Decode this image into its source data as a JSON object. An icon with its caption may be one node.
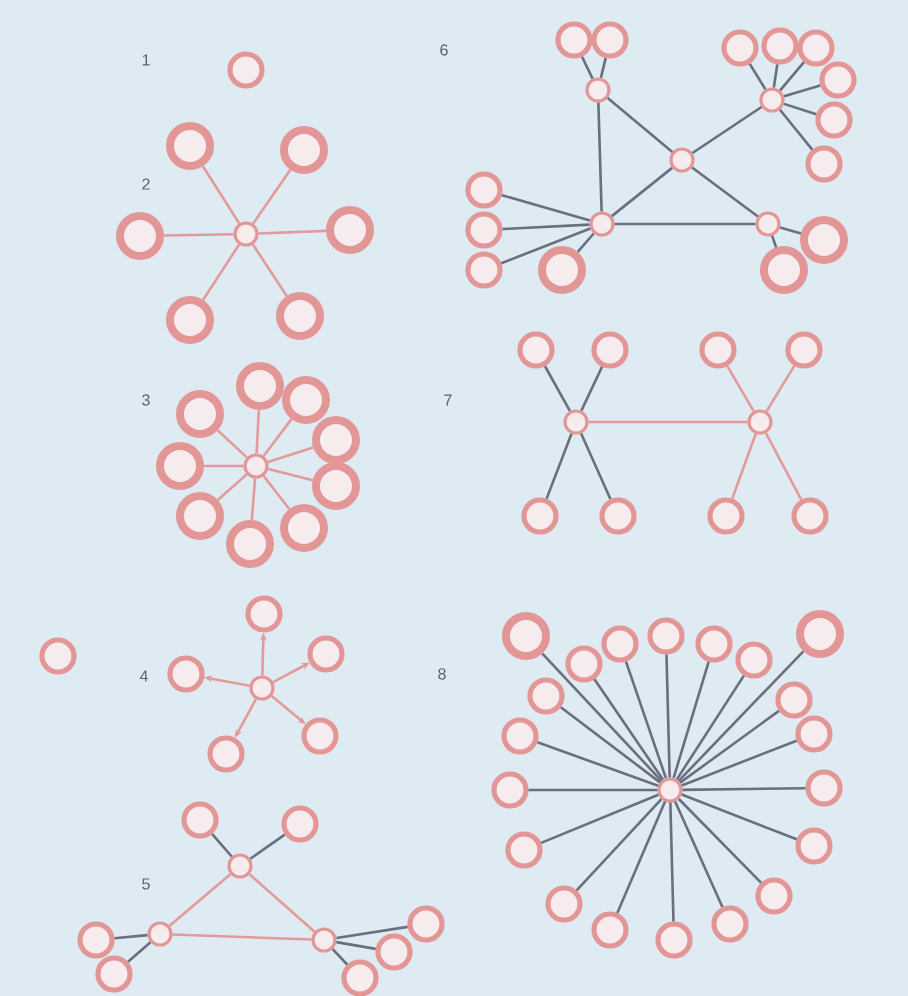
{
  "diagram": {
    "nodes": [
      {
        "text": [],
        "shape": "circle"
      },
      {
        "text": [],
        "shape": "circle"
      },
      {
        "text": [],
        "shape": "circle"
      },
      {
        "text": [],
        "shape": "circle"
      },
      {
        "text": [],
        "shape": "circle"
      },
      {
        "text": [],
        "shape": "circle"
      },
      {
        "text": [],
        "shape": "circle"
      },
      {
        "text": [],
        "shape": "circle"
      },
      {
        "text": [],
        "shape": "circle"
      },
      {
        "text": [],
        "shape": "circle"
      },
      {
        "text": [],
        "shape": "circle"
      },
      {
        "text": [],
        "shape": "circle"
      },
      {
        "text": [],
        "shape": "circle"
      },
      {
        "text": [],
        "shape": "circle"
      },
      {
        "text": [],
        "shape": "circle"
      },
      {
        "text": [],
        "shape": "circle"
      },
      {
        "text": [],
        "shape": "circle"
      },
      {
        "text": [],
        "shape": "circle"
      },
      {
        "text": [],
        "shape": "circle"
      },
      {
        "text": [],
        "shape": "circle"
      },
      {
        "text": [],
        "shape": "circle"
      },
      {
        "text": [],
        "shape": "circle"
      },
      {
        "text": [],
        "shape": "circle"
      },
      {
        "text": [],
        "shape": "circle"
      },
      {
        "text": [],
        "shape": "circle"
      },
      {
        "text": [],
        "shape": "circle"
      },
      {
        "text": [],
        "shape": "circle"
      },
      {
        "text": [],
        "shape": "circle"
      },
      {
        "text": [],
        "shape": "circle"
      },
      {
        "text": [],
        "shape": "circle"
      },
      {
        "text": [],
        "shape": "circle"
      },
      {
        "text": [],
        "shape": "circle"
      },
      {
        "text": [],
        "shape": "circle"
      },
      {
        "text": [],
        "shape": "circle"
      },
      {
        "text": [],
        "shape": "circle"
      },
      {
        "text": [],
        "shape": "circle"
      },
      {
        "text": [],
        "shape": "circle"
      },
      {
        "text": [],
        "shape": "circle"
      },
      {
        "text": [],
        "shape": "circle"
      },
      {
        "text": [],
        "shape": "circle"
      },
      {
        "text": [],
        "shape": "circle"
      },
      {
        "text": [],
        "shape": "circle"
      },
      {
        "text": [],
        "shape": "circle"
      },
      {
        "text": [],
        "shape": "circle"
      },
      {
        "text": [],
        "shape": "circle"
      },
      {
        "text": [],
        "shape": "circle"
      },
      {
        "text": [],
        "shape": "circle"
      },
      {
        "text": [],
        "shape": "circle"
      },
      {
        "text": [],
        "shape": "circle"
      },
      {
        "text": [],
        "shape": "circle"
      },
      {
        "text": [],
        "shape": "circle"
      },
      {
        "text": [],
        "shape": "circle"
      },
      {
        "text": [],
        "shape": "circle"
      },
      {
        "text": [],
        "shape": "circle"
      },
      {
        "text": [],
        "shape": "circle"
      },
      {
        "text": [],
        "shape": "circle"
      },
      {
        "text": [],
        "shape": "circle"
      },
      {
        "text": [],
        "shape": "circle"
      },
      {
        "text": [],
        "shape": "circle"
      },
      {
        "text": [],
        "shape": "circle"
      },
      {
        "text": [],
        "shape": "circle"
      },
      {
        "text": [],
        "shape": "circle"
      },
      {
        "text": [],
        "shape": "circle"
      },
      {
        "text": [],
        "shape": "circle"
      },
      {
        "text": [],
        "shape": "circle"
      },
      {
        "text": [],
        "shape": "circle"
      },
      {
        "text": [],
        "shape": "circle"
      },
      {
        "text": [],
        "shape": "circle"
      },
      {
        "text": [],
        "shape": "circle"
      },
      {
        "text": [],
        "shape": "circle"
      },
      {
        "text": [],
        "shape": "circle"
      },
      {
        "text": [],
        "shape": "circle"
      },
      {
        "text": [],
        "shape": "circle"
      },
      {
        "text": [],
        "shape": "circle"
      },
      {
        "text": [],
        "shape": "circle"
      },
      {
        "text": [],
        "shape": "circle"
      },
      {
        "text": [],
        "shape": "circle"
      },
      {
        "text": [],
        "shape": "circle"
      },
      {
        "text": [],
        "shape": "circle"
      },
      {
        "text": [],
        "shape": "circle"
      },
      {
        "text": [],
        "shape": "circle"
      },
      {
        "text": [],
        "shape": "circle"
      },
      {
        "text": [],
        "shape": "circle"
      },
      {
        "text": [],
        "shape": "circle"
      },
      {
        "text": [],
        "shape": "circle"
      }
    ],
    "edges": [
      {
        "from": 1,
        "to": 2,
        "arrow": "none",
        "color": "#e39a9a"
      },
      {
        "from": 1,
        "to": 3,
        "arrow": "none",
        "color": "#e39a9a"
      },
      {
        "from": 1,
        "to": 4,
        "arrow": "none",
        "color": "#e39a9a"
      },
      {
        "from": 1,
        "to": 5,
        "arrow": "none",
        "color": "#e39a9a"
      },
      {
        "from": 1,
        "to": 6,
        "arrow": "none",
        "color": "#e39a9a"
      },
      {
        "from": 1,
        "to": 7,
        "arrow": "none",
        "color": "#e39a9a"
      },
      {
        "from": 8,
        "to": 9,
        "arrow": "none",
        "color": "#e39a9a"
      },
      {
        "from": 8,
        "to": 10,
        "arrow": "none",
        "color": "#e39a9a"
      },
      {
        "from": 8,
        "to": 11,
        "arrow": "none",
        "color": "#e39a9a"
      },
      {
        "from": 8,
        "to": 12,
        "arrow": "none",
        "color": "#e39a9a"
      },
      {
        "from": 8,
        "to": 13,
        "arrow": "none",
        "color": "#e39a9a"
      },
      {
        "from": 8,
        "to": 14,
        "arrow": "none",
        "color": "#e39a9a"
      },
      {
        "from": 8,
        "to": 15,
        "arrow": "none",
        "color": "#e39a9a"
      },
      {
        "from": 8,
        "to": 16,
        "arrow": "none",
        "color": "#e39a9a"
      },
      {
        "from": 8,
        "to": 17,
        "arrow": "none",
        "color": "#e39a9a"
      },
      {
        "from": 19,
        "to": 20,
        "arrow": "to",
        "color": "#e39a9a"
      },
      {
        "from": 19,
        "to": 21,
        "arrow": "to",
        "color": "#e39a9a"
      },
      {
        "from": 19,
        "to": 22,
        "arrow": "to",
        "color": "#e39a9a"
      },
      {
        "from": 19,
        "to": 23,
        "arrow": "to",
        "color": "#e39a9a"
      },
      {
        "from": 19,
        "to": 24,
        "arrow": "to",
        "color": "#e39a9a"
      },
      {
        "from": 27,
        "to": 28,
        "arrow": "none",
        "color": "#e39a9a"
      },
      {
        "from": 27,
        "to": 29,
        "arrow": "none",
        "color": "#e39a9a"
      },
      {
        "from": 28,
        "to": 29,
        "arrow": "none",
        "color": "#e39a9a"
      },
      {
        "from": 27,
        "to": 25,
        "arrow": "none"
      },
      {
        "from": 27,
        "to": 26,
        "arrow": "none"
      },
      {
        "from": 28,
        "to": 30,
        "arrow": "none"
      },
      {
        "from": 28,
        "to": 31,
        "arrow": "none"
      },
      {
        "from": 29,
        "to": 32,
        "arrow": "none"
      },
      {
        "from": 29,
        "to": 33,
        "arrow": "none"
      },
      {
        "from": 29,
        "to": 34,
        "arrow": "none"
      },
      {
        "from": 37,
        "to": 35,
        "arrow": "none"
      },
      {
        "from": 37,
        "to": 36,
        "arrow": "none"
      },
      {
        "from": 37,
        "to": 45,
        "arrow": "none"
      },
      {
        "from": 37,
        "to": 46,
        "arrow": "none"
      },
      {
        "from": 44,
        "to": 38,
        "arrow": "none"
      },
      {
        "from": 44,
        "to": 39,
        "arrow": "none"
      },
      {
        "from": 44,
        "to": 40,
        "arrow": "none"
      },
      {
        "from": 44,
        "to": 41,
        "arrow": "none"
      },
      {
        "from": 44,
        "to": 42,
        "arrow": "none"
      },
      {
        "from": 44,
        "to": 43,
        "arrow": "none"
      },
      {
        "from": 44,
        "to": 45,
        "arrow": "none"
      },
      {
        "from": 45,
        "to": 46,
        "arrow": "none"
      },
      {
        "from": 45,
        "to": 51,
        "arrow": "none"
      },
      {
        "from": 46,
        "to": 51,
        "arrow": "none"
      },
      {
        "from": 46,
        "to": 47,
        "arrow": "none"
      },
      {
        "from": 46,
        "to": 48,
        "arrow": "none"
      },
      {
        "from": 46,
        "to": 49,
        "arrow": "none"
      },
      {
        "from": 46,
        "to": 50,
        "arrow": "none"
      },
      {
        "from": 51,
        "to": 52,
        "arrow": "none"
      },
      {
        "from": 51,
        "to": 53,
        "arrow": "none"
      },
      {
        "from": 58,
        "to": 59,
        "arrow": "none",
        "color": "#e39a9a"
      },
      {
        "from": 58,
        "to": 54,
        "arrow": "none"
      },
      {
        "from": 58,
        "to": 55,
        "arrow": "none"
      },
      {
        "from": 58,
        "to": 60,
        "arrow": "none"
      },
      {
        "from": 58,
        "to": 61,
        "arrow": "none"
      },
      {
        "from": 59,
        "to": 56,
        "arrow": "none",
        "color": "#e39a9a"
      },
      {
        "from": 59,
        "to": 57,
        "arrow": "none",
        "color": "#e39a9a"
      },
      {
        "from": 59,
        "to": 62,
        "arrow": "none",
        "color": "#e39a9a"
      },
      {
        "from": 59,
        "to": 63,
        "arrow": "none",
        "color": "#e39a9a"
      },
      {
        "from": 64,
        "to": 65,
        "arrow": "none"
      },
      {
        "from": 64,
        "to": 66,
        "arrow": "none"
      },
      {
        "from": 64,
        "to": 67,
        "arrow": "none"
      },
      {
        "from": 64,
        "to": 68,
        "arrow": "none"
      },
      {
        "from": 64,
        "to": 69,
        "arrow": "none"
      },
      {
        "from": 64,
        "to": 70,
        "arrow": "none"
      },
      {
        "from": 64,
        "to": 71,
        "arrow": "none"
      },
      {
        "from": 64,
        "to": 72,
        "arrow": "none"
      },
      {
        "from": 64,
        "to": 73,
        "arrow": "none"
      },
      {
        "from": 64,
        "to": 74,
        "arrow": "none"
      },
      {
        "from": 64,
        "to": 75,
        "arrow": "none"
      },
      {
        "from": 64,
        "to": 76,
        "arrow": "none"
      },
      {
        "from": 64,
        "to": 77,
        "arrow": "none"
      },
      {
        "from": 64,
        "to": 78,
        "arrow": "none"
      },
      {
        "from": 64,
        "to": 79,
        "arrow": "none"
      },
      {
        "from": 64,
        "to": 80,
        "arrow": "none"
      },
      {
        "from": 64,
        "to": 81,
        "arrow": "none"
      },
      {
        "from": 64,
        "to": 82,
        "arrow": "none"
      },
      {
        "from": 64,
        "to": 83,
        "arrow": "none"
      },
      {
        "from": 64,
        "to": 84,
        "arrow": "none"
      }
    ],
    "labels": [
      "1",
      "6",
      "2",
      "3",
      "7",
      "4",
      "8",
      "5"
    ]
  }
}
